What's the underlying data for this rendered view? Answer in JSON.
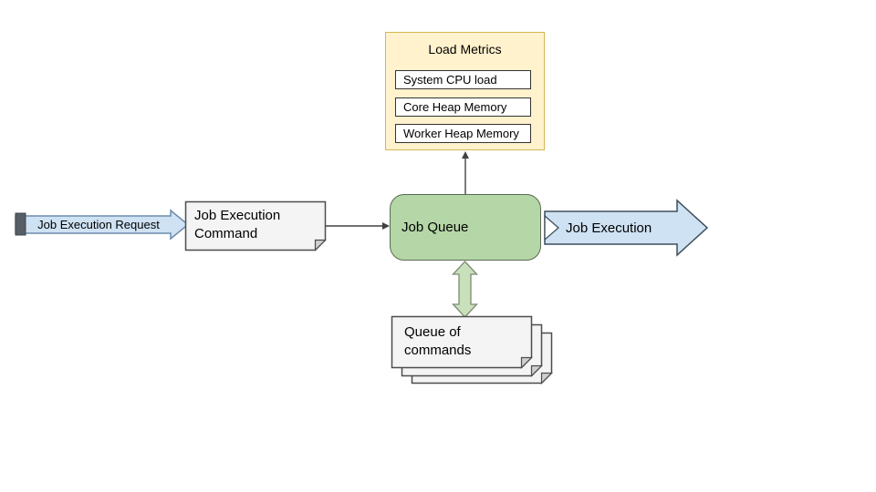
{
  "colors": {
    "canvas-bg": "#ffffff",
    "blue-fill": "#cfe2f3",
    "blue-stroke-light": "#6d8cae",
    "blue-stroke-dark": "#3f4f5c",
    "green-fill": "#b5d6a7",
    "green-stroke": "#5a6b51",
    "green-arrow-fill": "#c9e1ba",
    "green-arrow-stroke": "#7d8a74",
    "yellow-fill": "#fff2cc",
    "yellow-stroke": "#d6b656",
    "note-fill": "#f4f4f4",
    "note-fold": "#cfcfcf",
    "note-stroke": "#4d4d4d",
    "connector": "#424242",
    "bar-fill": "#575e66",
    "bar-stroke": "#41474e",
    "text": "#000000"
  },
  "nodes": {
    "request_arrow": {
      "label": "Job Execution Request"
    },
    "command_note": {
      "label": "Job Execution Command"
    },
    "job_queue": {
      "label": "Job Queue"
    },
    "execution_arrow": {
      "label": "Job Execution"
    },
    "queue_stack": {
      "label": "Queue of commands"
    },
    "load_metrics": {
      "title": "Load Metrics",
      "metrics": [
        "System CPU load",
        "Core Heap Memory",
        "Worker Heap Memory"
      ]
    }
  }
}
